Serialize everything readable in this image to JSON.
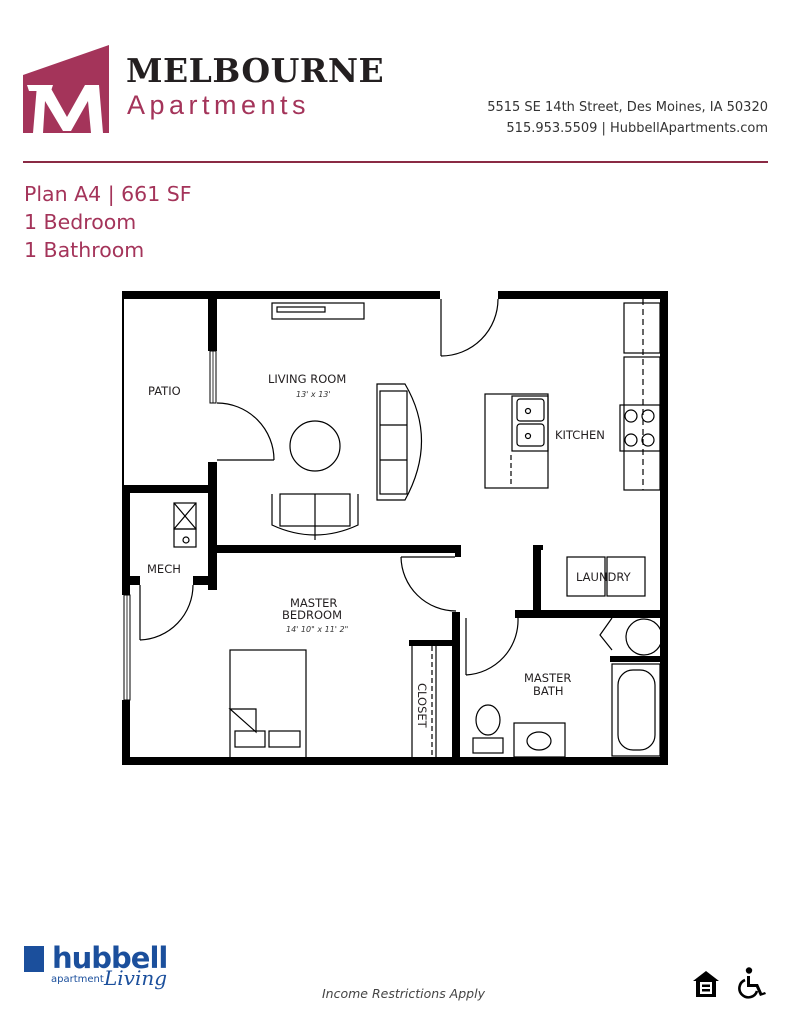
{
  "header": {
    "logo_letter": "M",
    "brand_name": "MELBOURNE",
    "brand_sub": "Apartments",
    "address": "5515 SE 14th Street, Des Moines, IA 50320",
    "contact": "515.953.5509 | HubbellApartments.com",
    "brand_color": "#a4345a",
    "rule_color": "#8a2a44"
  },
  "plan": {
    "title": "Plan A4 | 661 SF",
    "bedrooms": "1 Bedroom",
    "bathrooms": "1 Bathroom"
  },
  "floorplan": {
    "rooms": [
      {
        "name": "PATIO"
      },
      {
        "name": "LIVING ROOM",
        "dimensions": "13' x 13'"
      },
      {
        "name": "KITCHEN"
      },
      {
        "name": "MECH"
      },
      {
        "name": "MASTER",
        "name2": "BEDROOM",
        "dimensions": "14' 10\" x 11' 2\""
      },
      {
        "name": "CLOSET"
      },
      {
        "name": "LAUNDRY"
      },
      {
        "name": "MASTER",
        "name2": "BATH"
      }
    ]
  },
  "footer": {
    "company_word": "hubbell",
    "company_sub": "apartment",
    "company_script": "Living",
    "note": "Income Restrictions Apply",
    "icons": [
      "equal-housing-icon",
      "accessibility-icon"
    ],
    "company_color": "#1b4f9c"
  }
}
